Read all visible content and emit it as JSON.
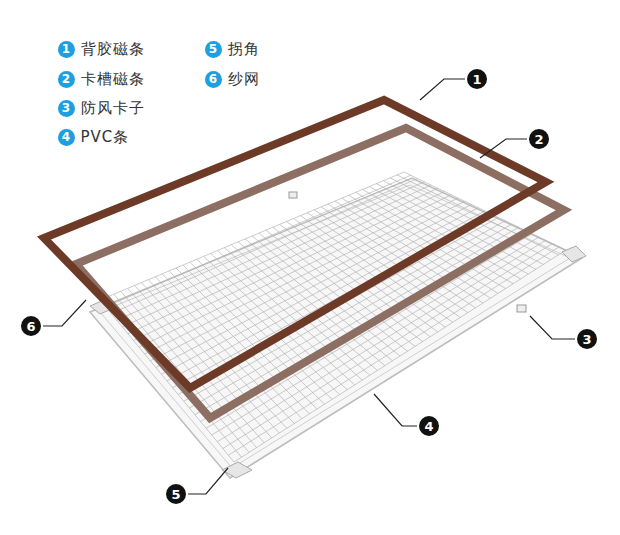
{
  "diagram": {
    "nodes": [
      {
        "text": [
          "1",
          "背胶磁条"
        ]
      },
      {
        "text": [
          "2",
          "卡槽磁条"
        ]
      },
      {
        "text": [
          "3",
          "防风卡子"
        ]
      },
      {
        "text": [
          "4",
          "PVC条"
        ]
      },
      {
        "text": [
          "5",
          "拐角"
        ]
      },
      {
        "text": [
          "6",
          "纱网"
        ]
      },
      {
        "text": [
          "1"
        ]
      },
      {
        "text": [
          "2"
        ]
      },
      {
        "text": [
          "6"
        ]
      },
      {
        "text": [
          "3"
        ]
      },
      {
        "text": [
          "4"
        ]
      },
      {
        "text": [
          "5"
        ]
      }
    ]
  }
}
